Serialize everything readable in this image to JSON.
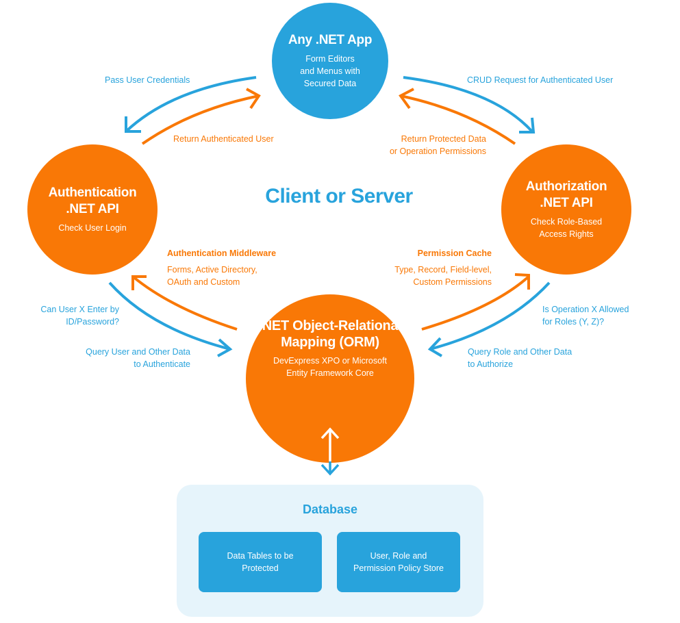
{
  "colors": {
    "blue": "#28a3dc",
    "orange": "#f97806",
    "db_bg": "#e6f4fb"
  },
  "center_label": "Client or Server",
  "nodes": {
    "app": {
      "title": "Any .NET App",
      "subtitle_lines": [
        "Form Editors",
        "and Menus with",
        "Secured Data"
      ]
    },
    "authentication": {
      "title_lines": [
        "Authentication",
        ".NET API"
      ],
      "subtitle": "Check User Login"
    },
    "authorization": {
      "title_lines": [
        "Authorization",
        ".NET API"
      ],
      "subtitle_lines": [
        "Check Role-Based",
        "Access Rights"
      ]
    },
    "orm": {
      "title_lines": [
        ".NET Object-Relational",
        "Mapping (ORM)"
      ],
      "subtitle_lines": [
        "DevExpress XPO or Microsoft",
        "Entity Framework Core"
      ]
    }
  },
  "flows": {
    "pass_credentials": "Pass User Credentials",
    "return_authenticated": "Return Authenticated User",
    "crud_request": "CRUD Request for Authenticated User",
    "return_protected": [
      "Return Protected Data",
      "or Operation Permissions"
    ],
    "can_user_enter": [
      "Can User X Enter by",
      "ID/Password?"
    ],
    "query_user": [
      "Query User and Other Data",
      "to Authenticate"
    ],
    "is_operation_allowed": [
      "Is Operation X Allowed",
      "for Roles (Y, Z)?"
    ],
    "query_role": [
      "Query Role and Other Data",
      "to Authorize"
    ]
  },
  "middleware": {
    "title": "Authentication Middleware",
    "lines": [
      "Forms, Active Directory,",
      "OAuth and Custom"
    ]
  },
  "cache": {
    "title": "Permission Cache",
    "lines": [
      "Type, Record, Field-level,",
      "Custom Permissions"
    ]
  },
  "database": {
    "title": "Database",
    "boxes": [
      {
        "lines": [
          "Data Tables to be",
          "Protected"
        ]
      },
      {
        "lines": [
          "User, Role and",
          "Permission Policy Store"
        ]
      }
    ]
  }
}
